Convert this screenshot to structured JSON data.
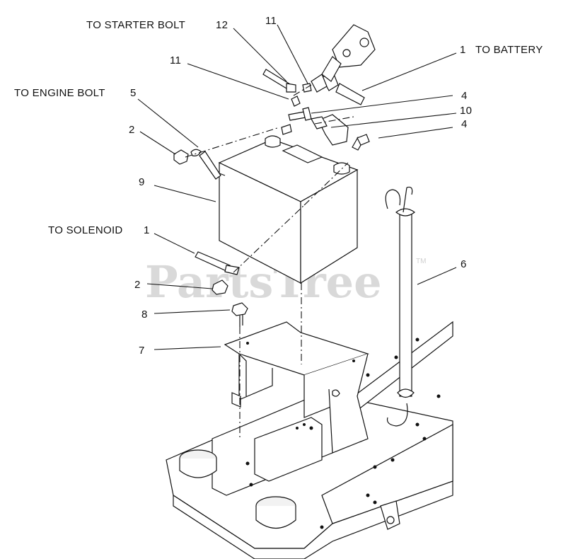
{
  "watermark": {
    "text": "PartsTree",
    "tm": "TM"
  },
  "callouts": [
    {
      "id": "to-starter-bolt",
      "text": "TO STARTER BOLT"
    },
    {
      "id": "num-12",
      "text": "12"
    },
    {
      "id": "num-11-top",
      "text": "11"
    },
    {
      "id": "num-11-left",
      "text": "11"
    },
    {
      "id": "num-1-battery",
      "text": "1"
    },
    {
      "id": "to-battery",
      "text": "TO BATTERY"
    },
    {
      "id": "to-engine-bolt",
      "text": "TO ENGINE BOLT"
    },
    {
      "id": "num-5",
      "text": "5"
    },
    {
      "id": "num-4-upper",
      "text": "4"
    },
    {
      "id": "num-10",
      "text": "10"
    },
    {
      "id": "num-2-upper",
      "text": "2"
    },
    {
      "id": "num-4-lower",
      "text": "4"
    },
    {
      "id": "num-9",
      "text": "9"
    },
    {
      "id": "to-solenoid",
      "text": "TO SOLENOID"
    },
    {
      "id": "num-1-solenoid",
      "text": "1"
    },
    {
      "id": "num-6",
      "text": "6"
    },
    {
      "id": "num-2-lower",
      "text": "2"
    },
    {
      "id": "num-8",
      "text": "8"
    },
    {
      "id": "num-7",
      "text": "7"
    }
  ]
}
